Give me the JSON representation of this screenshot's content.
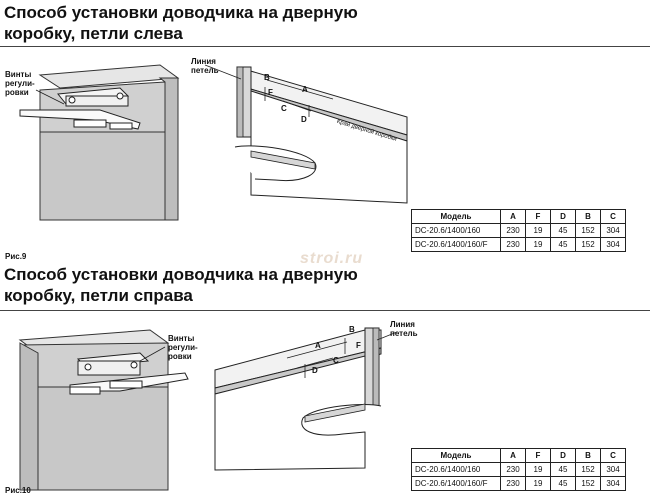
{
  "section1": {
    "title_line1": "Способ установки доводчика на дверную",
    "title_line2": "коробку, петли слева",
    "label_screws_1": "Винты",
    "label_screws_2": "регули-",
    "label_screws_3": "ровки",
    "label_hinge_1": "Линия",
    "label_hinge_2": "петель",
    "dim_letters": {
      "a": "A",
      "b": "B",
      "c": "C",
      "d": "D",
      "f": "F"
    },
    "frame_note": "Край дверной коробки",
    "figure_caption": "Рис.9",
    "table": {
      "headers": [
        "Модель",
        "A",
        "F",
        "D",
        "B",
        "C"
      ],
      "rows": [
        [
          "DC-20.6/1400/160",
          "230",
          "19",
          "45",
          "152",
          "304"
        ],
        [
          "DC-20.6/1400/160/F",
          "230",
          "19",
          "45",
          "152",
          "304"
        ]
      ]
    }
  },
  "section2": {
    "title_line1": "Способ установки доводчика на дверную",
    "title_line2": "коробку, петли справа",
    "label_screws_1": "Винты",
    "label_screws_2": "регули-",
    "label_screws_3": "ровки",
    "label_hinge_1": "Линия",
    "label_hinge_2": "петель",
    "dim_letters": {
      "a": "A",
      "b": "B",
      "c": "C",
      "d": "D",
      "f": "F"
    },
    "figure_caption": "Рис.10",
    "table": {
      "headers": [
        "Модель",
        "A",
        "F",
        "D",
        "B",
        "C"
      ],
      "rows": [
        [
          "DC-20.6/1400/160",
          "230",
          "19",
          "45",
          "152",
          "304"
        ],
        [
          "DC-20.6/1400/160/F",
          "230",
          "19",
          "45",
          "152",
          "304"
        ]
      ]
    }
  },
  "watermark": "stroi.ru"
}
